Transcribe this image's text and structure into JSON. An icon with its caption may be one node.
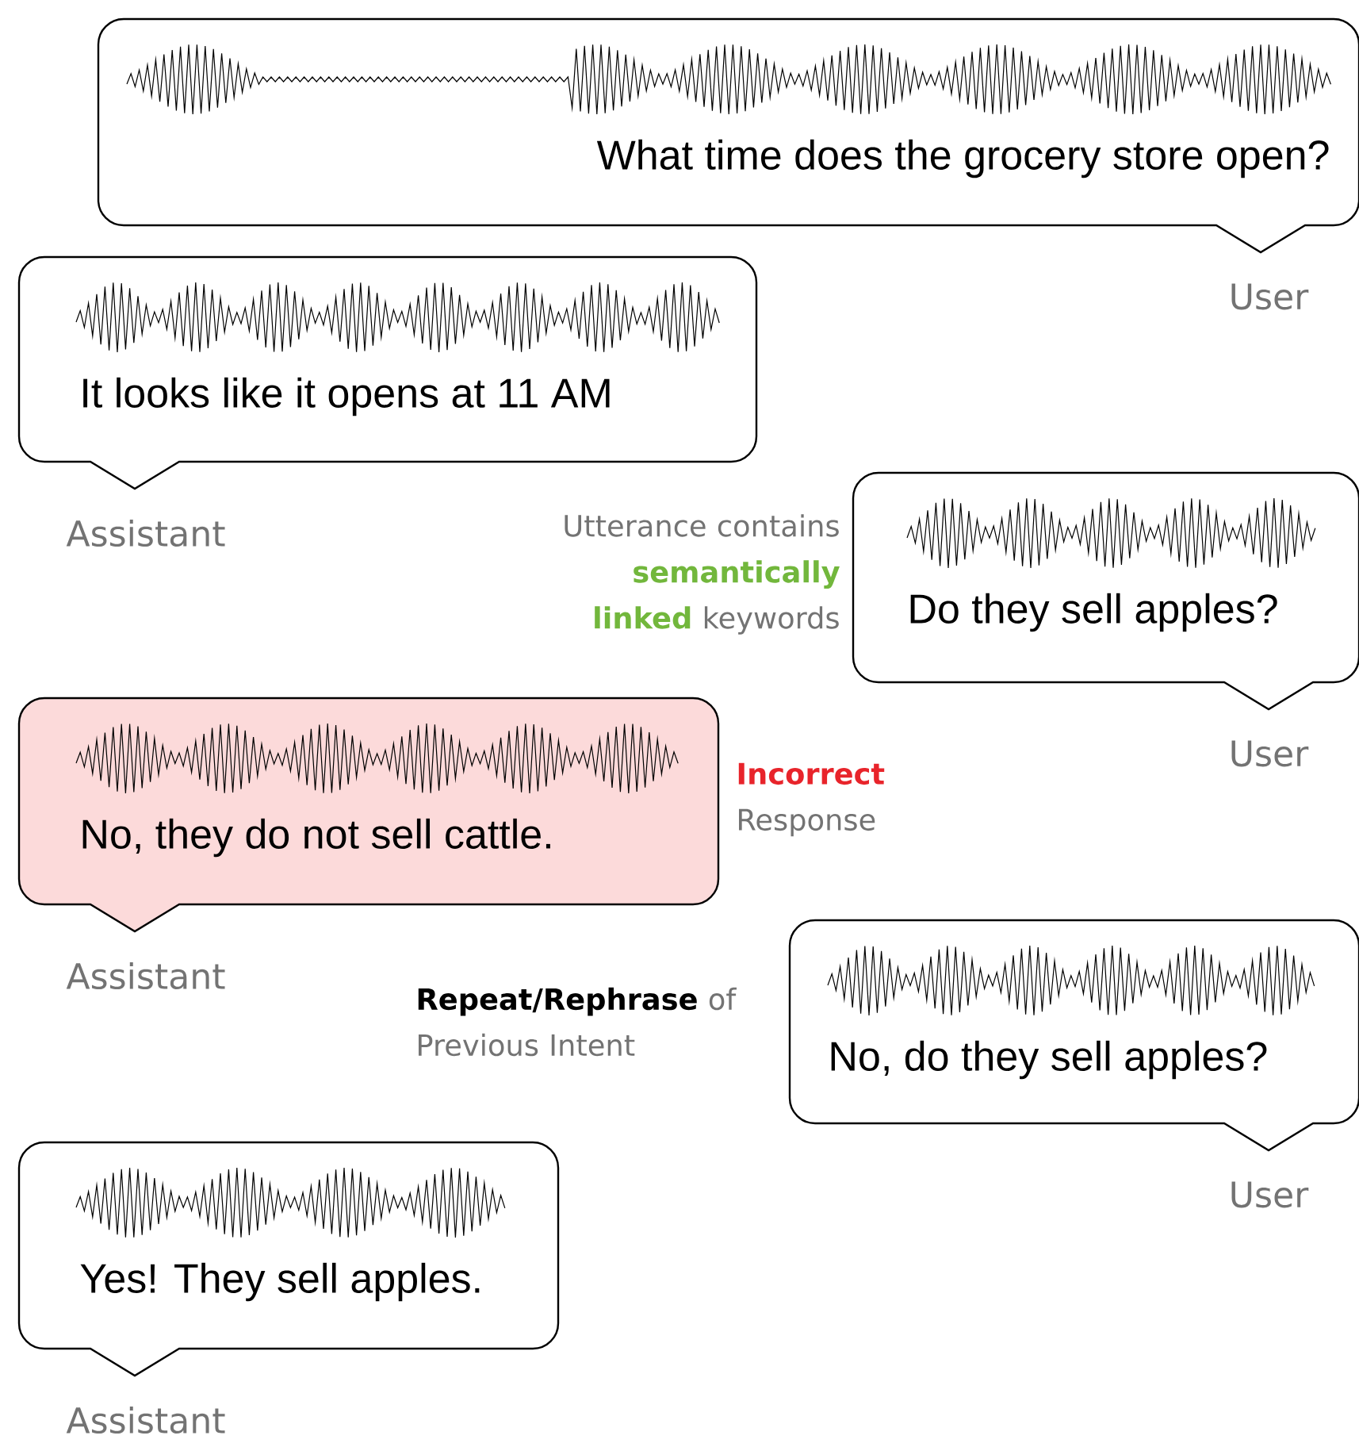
{
  "diagram": {
    "nodes": [
      {
        "text": [
          "What time does the grocery store open?"
        ],
        "beside": [
          "User"
        ]
      },
      {
        "text": [
          "It looks like it opens at 11 AM"
        ],
        "beside": [
          "Assistant"
        ]
      },
      {
        "text": [
          "Do they sell apples?"
        ],
        "beside": [
          "User"
        ]
      },
      {
        "text": [
          "No, they do not sell cattle."
        ],
        "beside": [
          "Assistant"
        ]
      },
      {
        "text": [
          "No, do they sell apples?"
        ],
        "beside": [
          "User"
        ]
      },
      {
        "text": [
          "Yes! They sell apples."
        ],
        "beside": [
          "Assistant"
        ]
      }
    ],
    "labels": [
      "Utterance contains **semantically linked** keywords",
      "**Incorrect** Response",
      "**Repeat/Rephrase** of Previous Intent"
    ]
  }
}
